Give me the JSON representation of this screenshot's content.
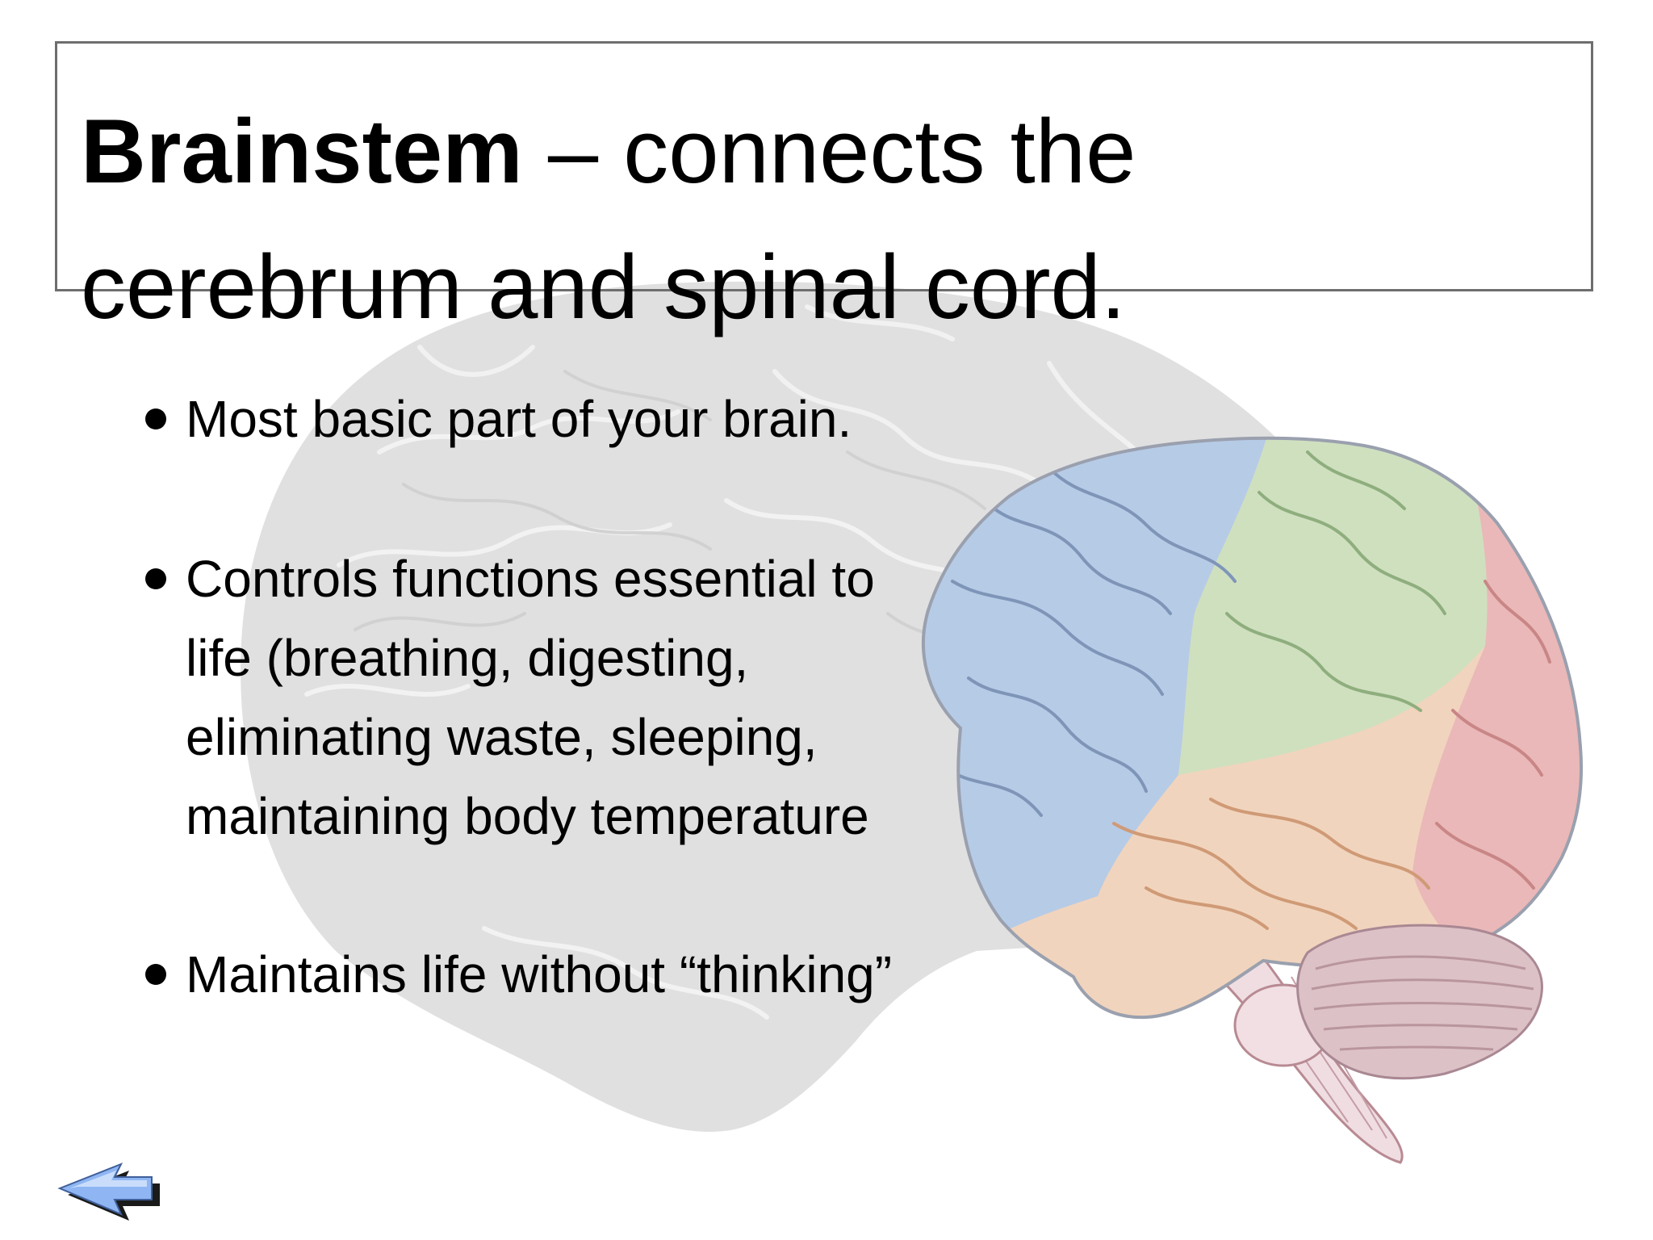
{
  "slide": {
    "title_bold": "Brainstem",
    "title_rest": " – connects the cerebrum and spinal cord.",
    "bullets": [
      "Most basic part of your brain.",
      "Controls functions essential to life (breathing, digesting, eliminating waste, sleeping, maintaining body temperature",
      "Maintains life without “thinking”"
    ]
  },
  "images": {
    "background": "brain-silhouette-icon",
    "foreground": "brain-lobes-illustration"
  },
  "navigation": {
    "back_icon": "back-arrow-icon"
  },
  "colors": {
    "frontal_lobe": "#b6cbe6",
    "parietal_lobe": "#cfe0bf",
    "occipital_lobe": "#eab8b8",
    "temporal_lobe": "#f1d4bd",
    "cerebellum": "#dcc1c6",
    "brain_silhouette": "#e0e0e0",
    "back_arrow": "#8fb6f2"
  }
}
